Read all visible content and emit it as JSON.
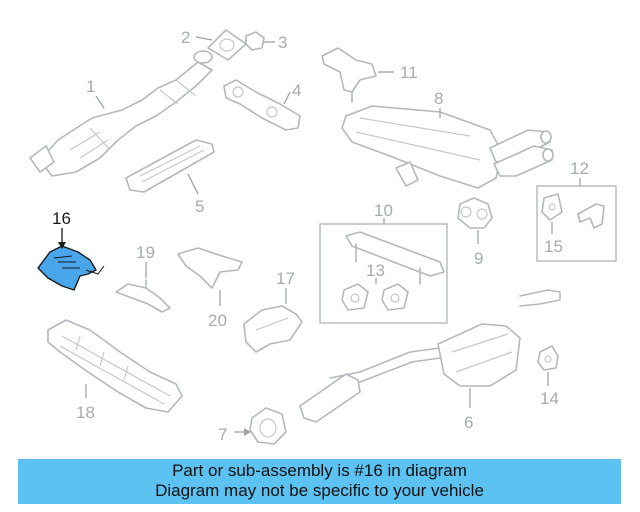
{
  "highlight_color": "#4aa6ea",
  "banner_color": "#5bc2f2",
  "labels": {
    "p1": "1",
    "p2": "2",
    "p3": "3",
    "p4": "4",
    "p5": "5",
    "p6": "6",
    "p7": "7",
    "p8": "8",
    "p9": "9",
    "p10": "10",
    "p11": "11",
    "p12": "12",
    "p13": "13",
    "p14": "14",
    "p15": "15",
    "p16": "16",
    "p17": "17",
    "p18": "18",
    "p19": "19",
    "p20": "20"
  },
  "banner": {
    "line1": "Part or sub-assembly is #16 in diagram",
    "line2": "Diagram may not be specific to your vehicle"
  }
}
